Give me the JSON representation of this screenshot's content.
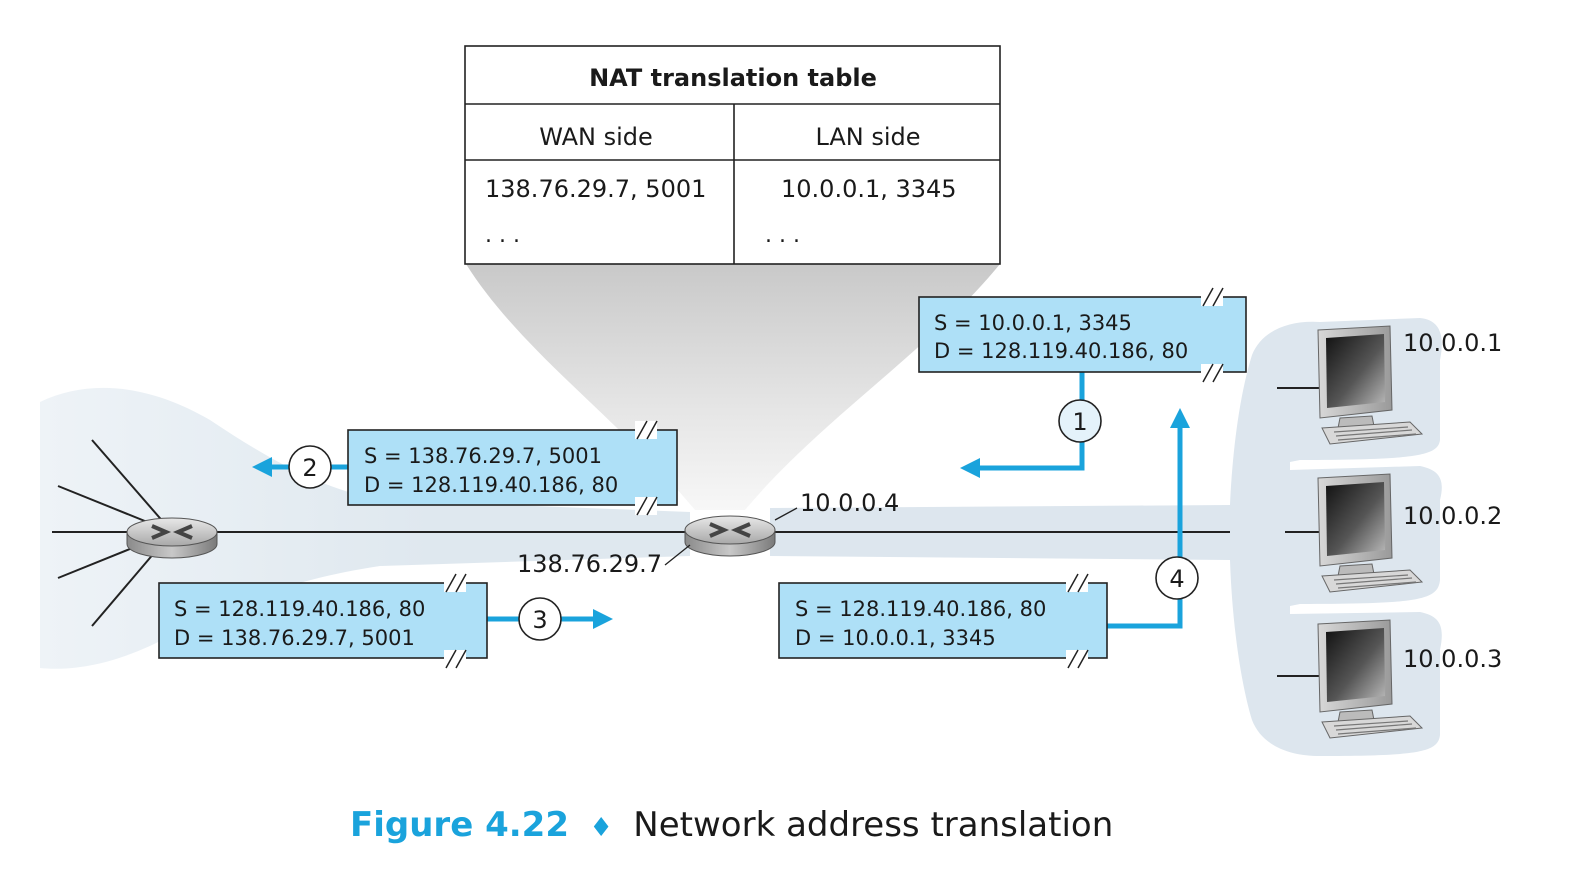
{
  "nat_table": {
    "title": "NAT translation table",
    "wan_header": "WAN side",
    "lan_header": "LAN side",
    "rows": [
      {
        "wan": "138.76.29.7, 5001",
        "lan": "10.0.0.1, 3345"
      },
      {
        "wan": ". . .",
        "lan": ". . ."
      }
    ]
  },
  "packets": {
    "p1": {
      "src": "S = 10.0.0.1, 3345",
      "dst": "D = 128.119.40.186, 80"
    },
    "p2": {
      "src": "S = 138.76.29.7, 5001",
      "dst": "D = 128.119.40.186, 80"
    },
    "p3": {
      "src": "S = 128.119.40.186, 80",
      "dst": "D = 138.76.29.7, 5001"
    },
    "p4": {
      "src": "S = 128.119.40.186, 80",
      "dst": "D = 10.0.0.1, 3345"
    }
  },
  "steps": [
    "1",
    "2",
    "3",
    "4"
  ],
  "router": {
    "wan_ip": "138.76.29.7",
    "lan_ip": "10.0.0.4"
  },
  "hosts": [
    {
      "ip": "10.0.0.1"
    },
    {
      "ip": "10.0.0.2"
    },
    {
      "ip": "10.0.0.3"
    }
  ],
  "caption": {
    "figure": "Figure 4.22",
    "separator": "♦",
    "text": "Network address translation"
  },
  "colors": {
    "packet_fill": "#aee0f7",
    "arrow": "#1aa3dc",
    "cloud": "#dde6ee",
    "caption_accent": "#1aa3dc"
  }
}
